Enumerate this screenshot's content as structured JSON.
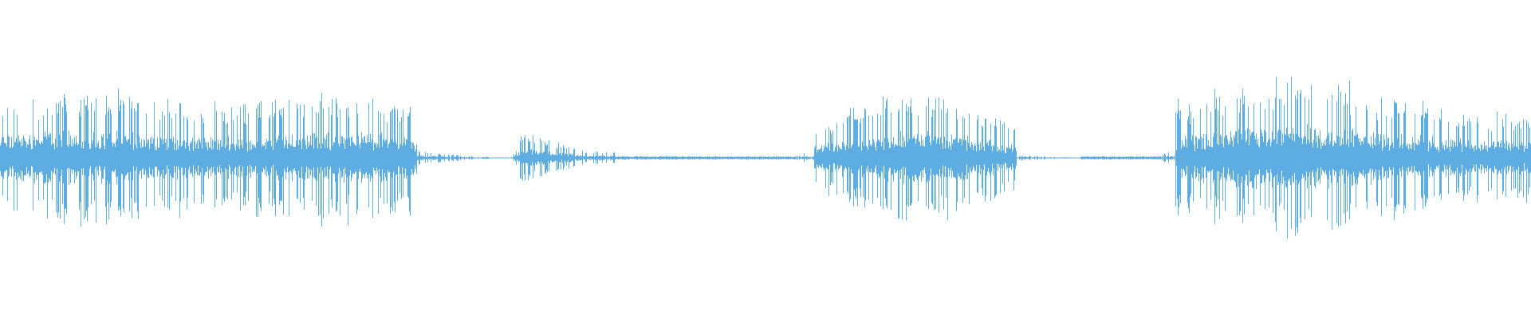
{
  "waveform": {
    "color": "#5dade2",
    "background": "#ffffff",
    "segments": [
      {
        "start": 0.0,
        "end": 0.272,
        "amplitude": 0.46,
        "envelope": "sustained"
      },
      {
        "start": 0.272,
        "end": 0.32,
        "amplitude": 0.05,
        "envelope": "decay"
      },
      {
        "start": 0.334,
        "end": 0.402,
        "amplitude": 0.18,
        "envelope": "attack-decay"
      },
      {
        "start": 0.402,
        "end": 0.52,
        "amplitude": 0.004,
        "envelope": "silence"
      },
      {
        "start": 0.52,
        "end": 0.532,
        "amplitude": 0.04,
        "envelope": "click"
      },
      {
        "start": 0.532,
        "end": 0.664,
        "amplitude": 0.48,
        "envelope": "swell"
      },
      {
        "start": 0.664,
        "end": 0.706,
        "amplitude": 0.02,
        "envelope": "decay"
      },
      {
        "start": 0.706,
        "end": 0.758,
        "amplitude": 0.004,
        "envelope": "silence"
      },
      {
        "start": 0.758,
        "end": 0.768,
        "amplitude": 0.05,
        "envelope": "click"
      },
      {
        "start": 0.768,
        "end": 1.0,
        "amplitude": 0.58,
        "envelope": "dense-swell"
      }
    ]
  }
}
